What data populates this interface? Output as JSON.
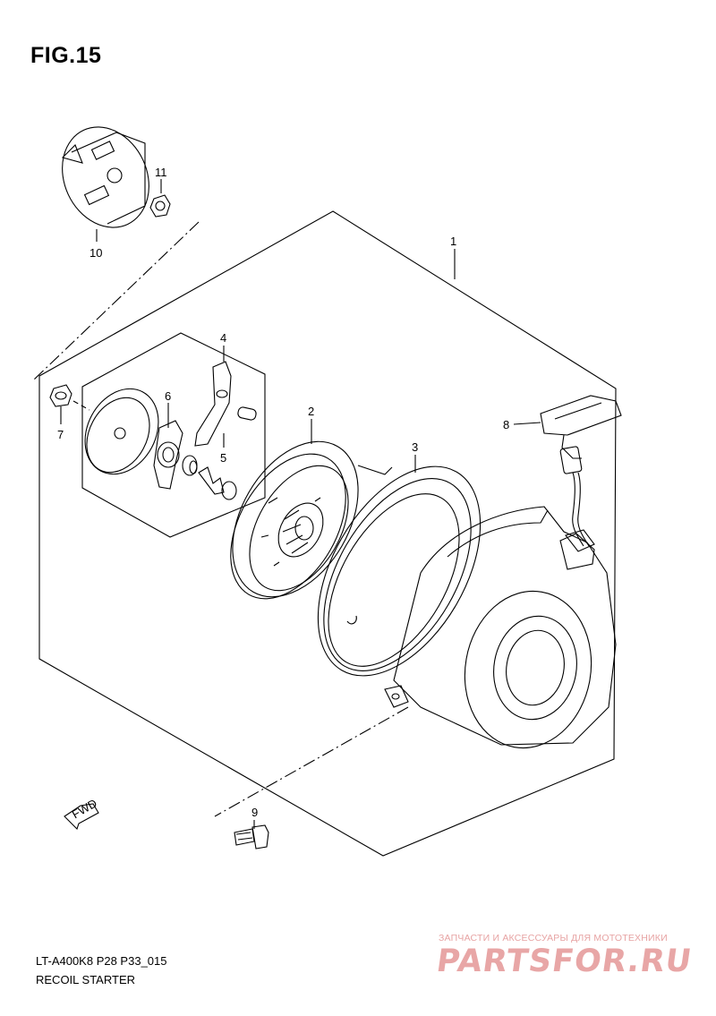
{
  "figure": {
    "title": "FIG.15"
  },
  "callouts": {
    "c1": "1",
    "c2": "2",
    "c3": "3",
    "c4": "4",
    "c5": "5",
    "c6": "6",
    "c7": "7",
    "c8": "8",
    "c9": "9",
    "c10": "10",
    "c11": "11"
  },
  "fwd_arrow": {
    "label": "FWD"
  },
  "footer": {
    "model_code": "LT-A400K8 P28 P33_015",
    "section_name": "RECOIL STARTER"
  },
  "watermark": {
    "tagline": "ЗАПЧАСТИ И АКСЕССУАРЫ ДЛЯ МОТОТЕХНИКИ",
    "brand": "PARTSFOR.RU"
  }
}
